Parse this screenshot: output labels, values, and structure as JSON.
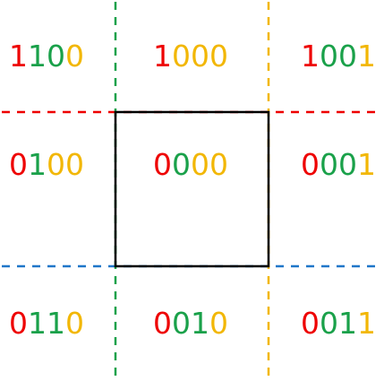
{
  "colors": {
    "red": "#ee0000",
    "green": "#1aa14a",
    "yellow": "#f2b705",
    "blue": "#1f77c9",
    "black": "#000000"
  },
  "lines": [
    {
      "name": "top-boundary-line",
      "color_key": "red"
    },
    {
      "name": "bottom-boundary-line",
      "color_key": "blue"
    },
    {
      "name": "left-boundary-line",
      "color_key": "green"
    },
    {
      "name": "right-boundary-line",
      "color_key": "yellow"
    }
  ],
  "center_box": {
    "name": "clipping-window",
    "color_key": "black"
  },
  "region_codes": [
    {
      "name": "region-code-top-left",
      "code": "1100",
      "colors": [
        "red",
        "green",
        "green",
        "yellow"
      ]
    },
    {
      "name": "region-code-top-center",
      "code": "1000",
      "colors": [
        "red",
        "yellow",
        "yellow",
        "yellow"
      ]
    },
    {
      "name": "region-code-top-right",
      "code": "1001",
      "colors": [
        "red",
        "green",
        "green",
        "yellow"
      ]
    },
    {
      "name": "region-code-middle-left",
      "code": "0100",
      "colors": [
        "red",
        "green",
        "yellow",
        "yellow"
      ]
    },
    {
      "name": "region-code-center",
      "code": "0000",
      "colors": [
        "red",
        "green",
        "yellow",
        "yellow"
      ]
    },
    {
      "name": "region-code-middle-right",
      "code": "0001",
      "colors": [
        "red",
        "green",
        "green",
        "yellow"
      ]
    },
    {
      "name": "region-code-bottom-left",
      "code": "0110",
      "colors": [
        "red",
        "green",
        "green",
        "yellow"
      ]
    },
    {
      "name": "region-code-bottom-center",
      "code": "0010",
      "colors": [
        "red",
        "green",
        "green",
        "yellow"
      ]
    },
    {
      "name": "region-code-bottom-right",
      "code": "0011",
      "colors": [
        "red",
        "green",
        "green",
        "yellow"
      ]
    }
  ]
}
